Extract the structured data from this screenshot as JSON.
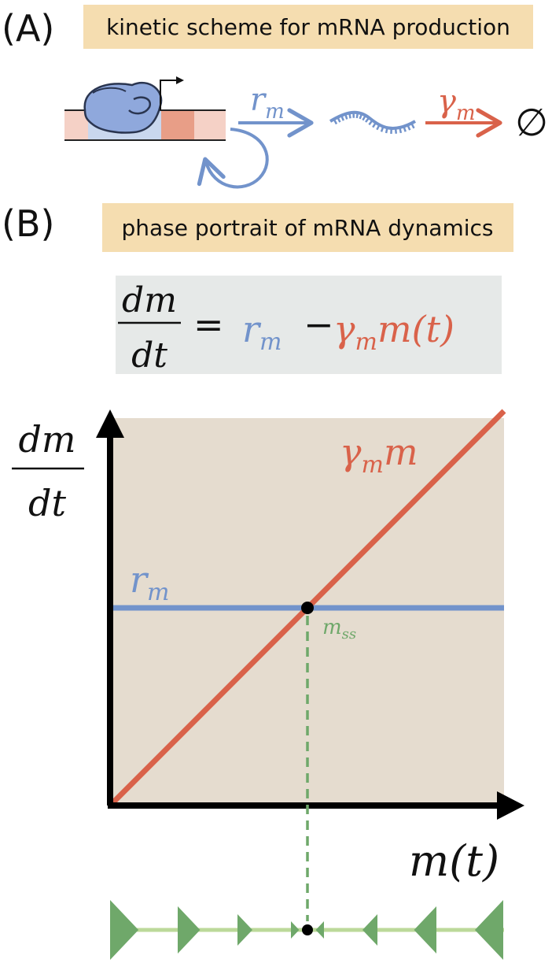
{
  "colors": {
    "title_bg": "#f5ddb0",
    "equation_bg": "#e6e9e8",
    "plot_bg": "#e5dccf",
    "production": "#7293cb",
    "degradation": "#d9624a",
    "steady_state": "#6fa86a",
    "phase_line": "#bcd99a",
    "phase_arrow": "#6fa86a",
    "dna_light": "#f5d1c6",
    "dna_dark": "#e89e87",
    "dna_promoter": "#c9d7ee"
  },
  "panel_a": {
    "label": "(A)",
    "title": "kinetic scheme for mRNA production",
    "production_rate": {
      "base": "r",
      "sub": "m"
    },
    "degradation_rate": {
      "base": "γ",
      "sub": "m"
    },
    "degraded_symbol": "∅",
    "icons": [
      "rna-polymerase-icon",
      "promoter-arrow-icon",
      "mrna-icon",
      "recycle-arrow-icon"
    ]
  },
  "panel_b": {
    "label": "(B)",
    "title": "phase portrait of mRNA dynamics",
    "equation": {
      "lhs_num": "dm",
      "lhs_den": "dt",
      "equals": "=",
      "term1_base": "r",
      "term1_sub": "m",
      "minus": "−",
      "term2_base": "γ",
      "term2_sub": "m",
      "term2_rest": "m(t)"
    },
    "y_axis_label": {
      "num": "dm",
      "den": "dt"
    },
    "x_axis_label": "m(t)",
    "degradation_line_label": {
      "base": "γ",
      "sub": "m",
      "rest": "m"
    },
    "production_line_label": {
      "base": "r",
      "sub": "m"
    },
    "steady_state_label": {
      "base": "m",
      "sub": "ss"
    },
    "production_rate_level": 0.5,
    "phase_line_arrows": [
      "right",
      "right",
      "right",
      "right",
      "left",
      "left",
      "left",
      "left"
    ]
  }
}
